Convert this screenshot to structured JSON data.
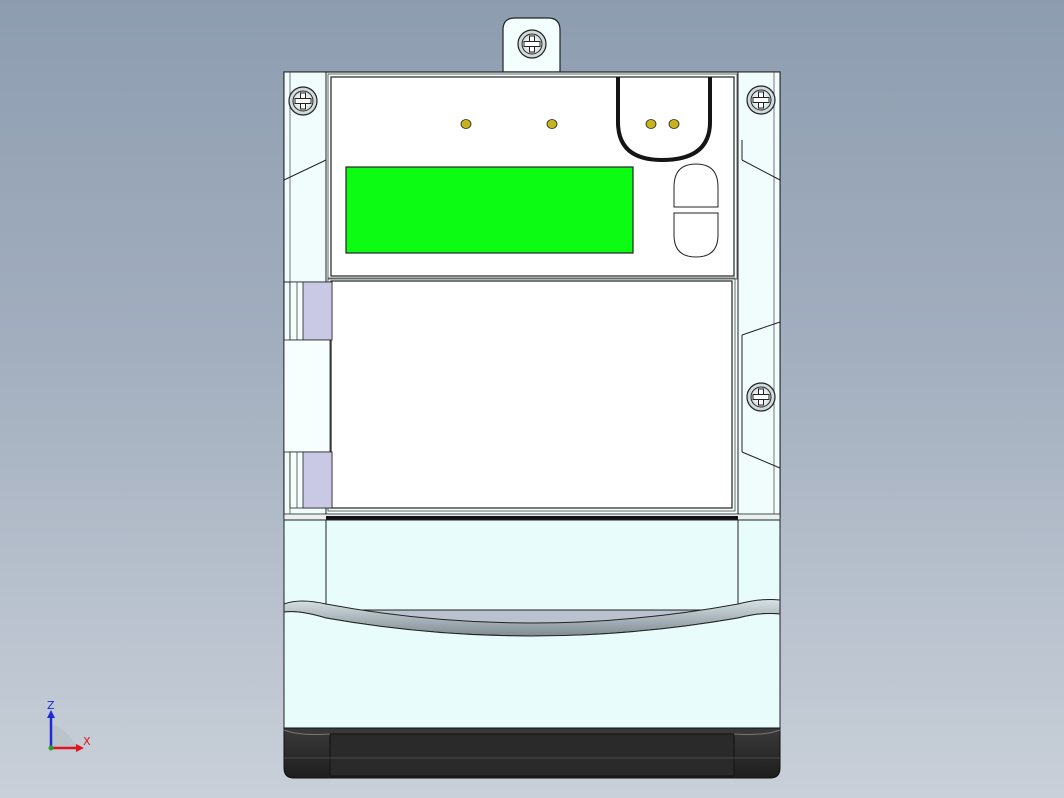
{
  "viewport": {
    "background_top": "#8d9db0",
    "background_bottom": "#c9d0d9"
  },
  "meter": {
    "display_color": "#0dfc13",
    "led_color": "#c8b21e",
    "body_color": "#f3fffd",
    "bezel_color": "#ffffff",
    "terminal_cover_color": "#e8fcfb",
    "side_panel_color": "#c9c9e6",
    "base_color": "#2b2b2b",
    "mounting_screw_icons": [
      "screw-top",
      "screw-left",
      "screw-right",
      "screw-right-lower"
    ],
    "leds": [
      "led-1",
      "led-2",
      "led-3",
      "led-4"
    ],
    "buttons": [
      "scroll-up-button",
      "scroll-down-button"
    ]
  },
  "triad": {
    "z_label": "Z",
    "x_label": "X",
    "z_color": "#1b2bd6",
    "x_color": "#e0141e",
    "y_color": "#2ca02c"
  }
}
